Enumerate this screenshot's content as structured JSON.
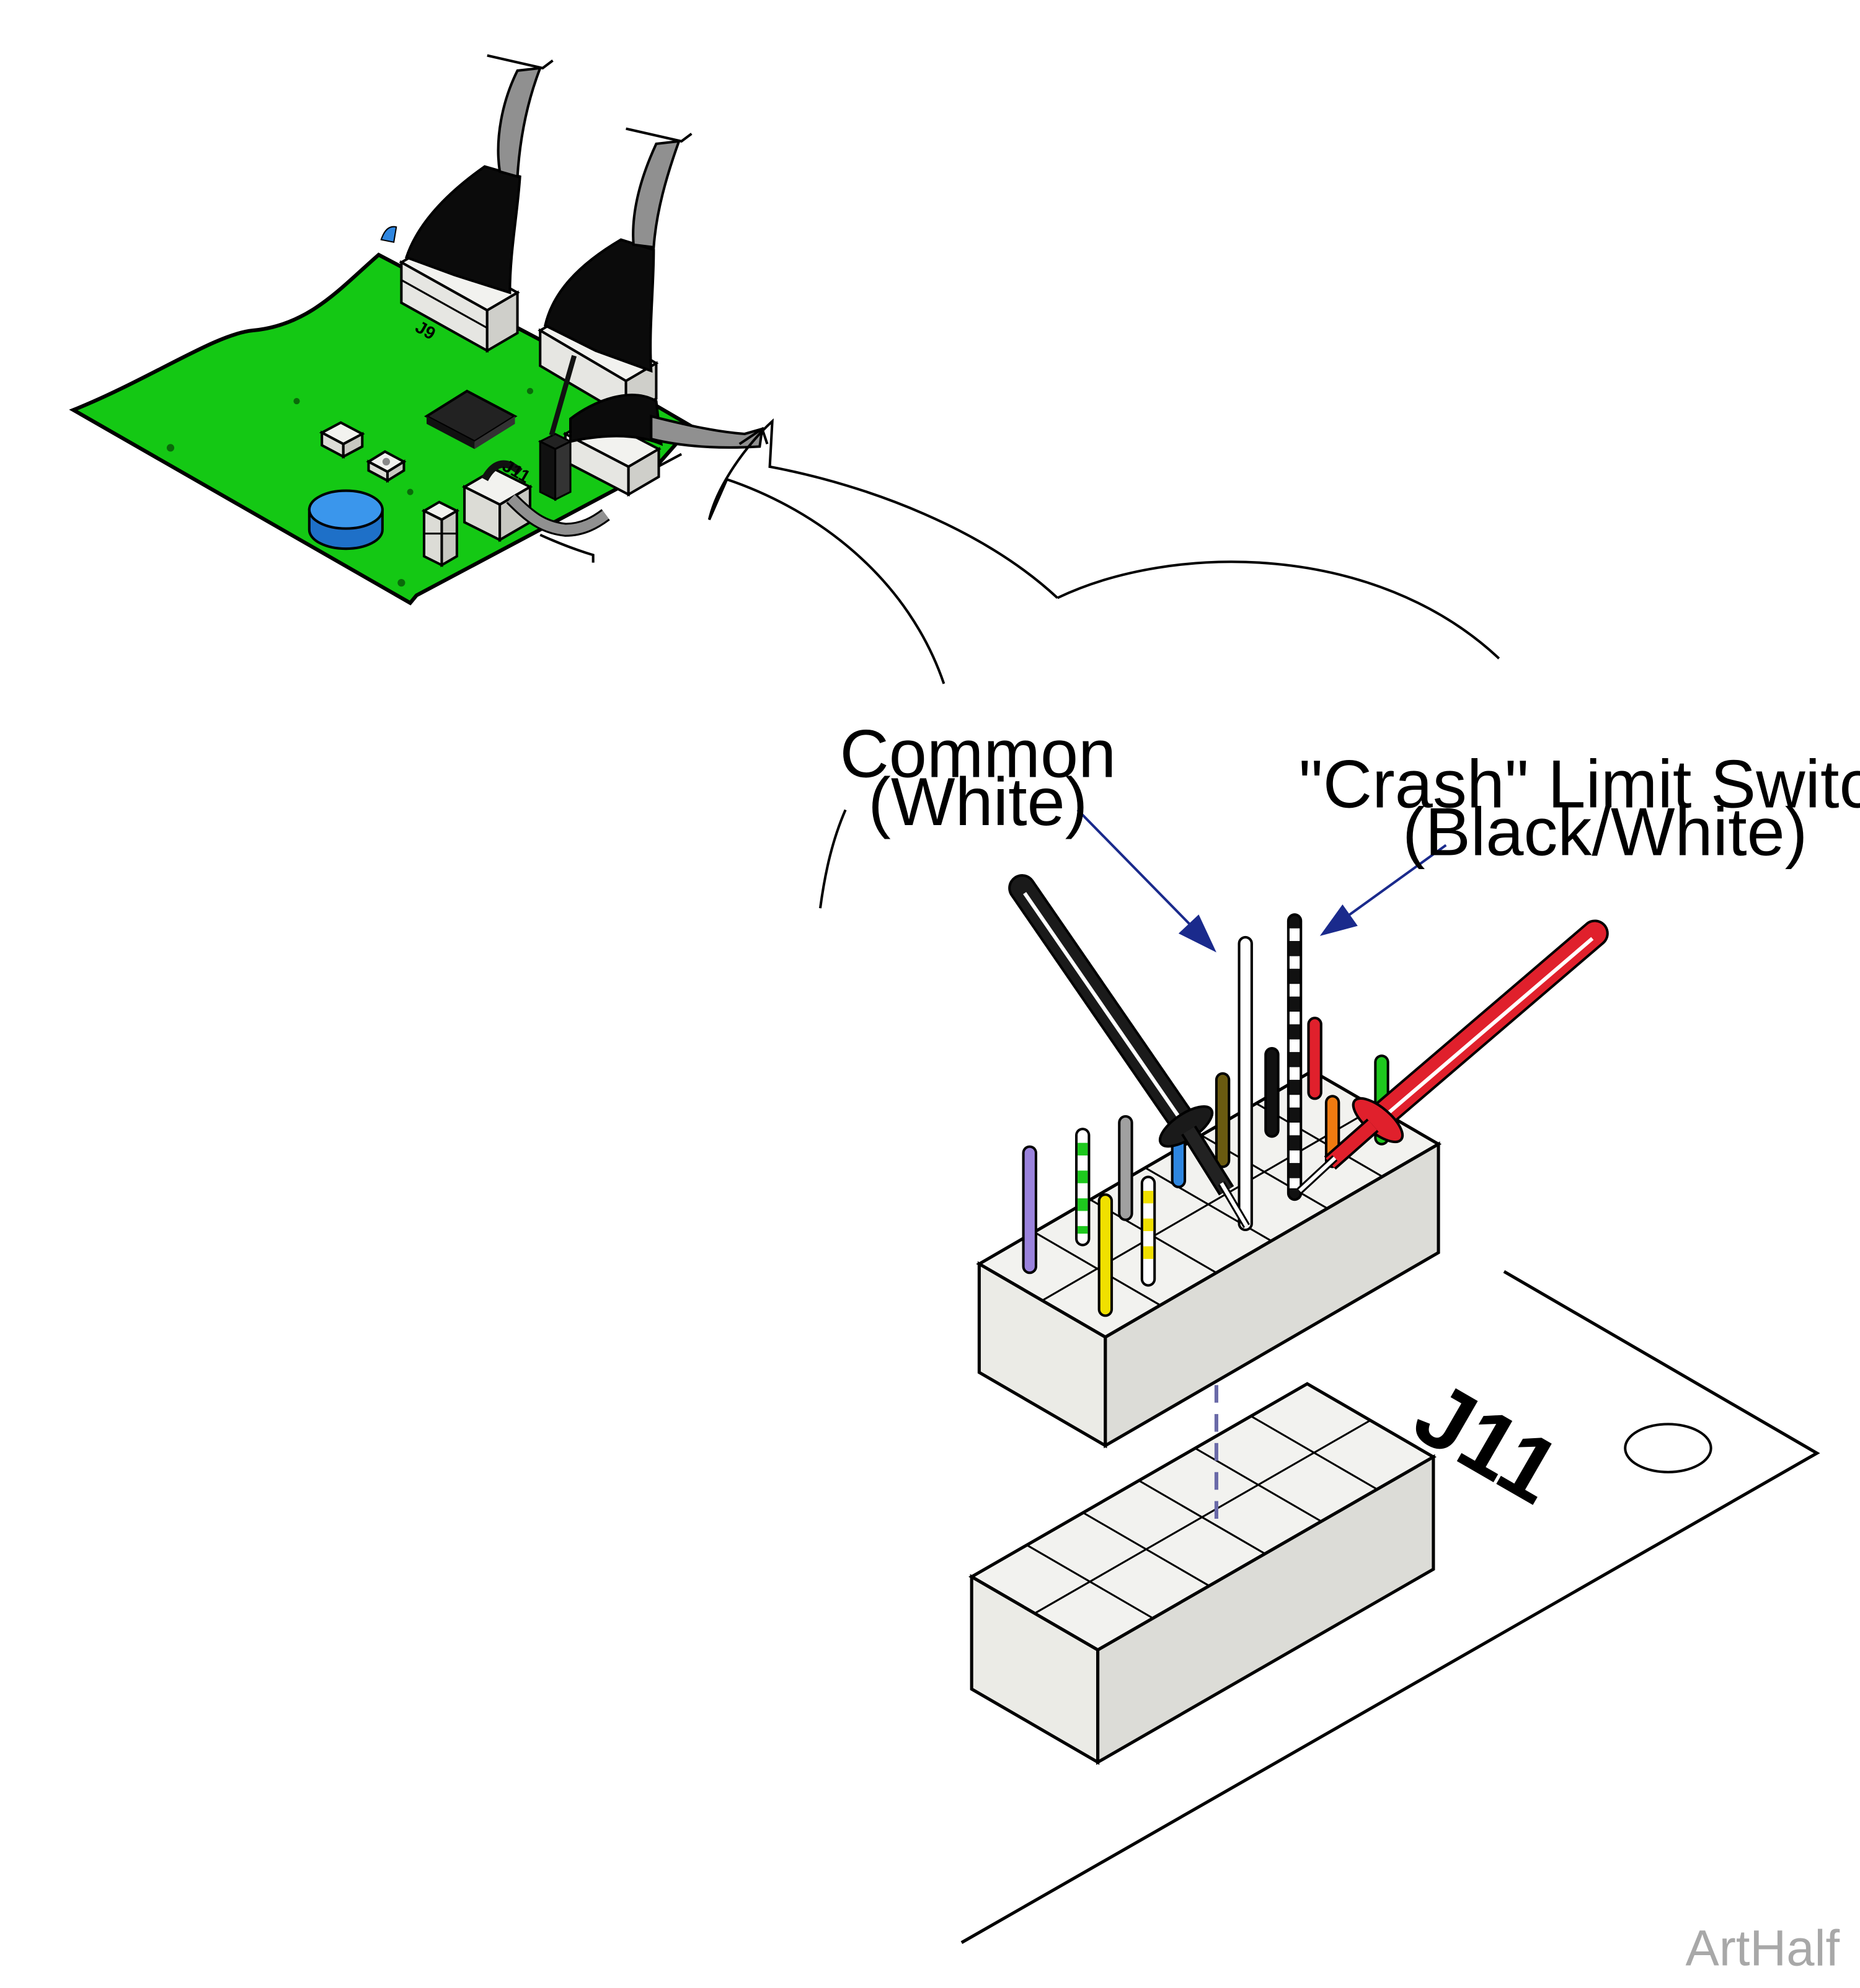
{
  "callouts": {
    "common": {
      "line1": "Common",
      "line2": "(White)"
    },
    "crash": {
      "line1": "\"Crash\" Limit Switch",
      "line2": "(Black/White)"
    }
  },
  "board_labels": {
    "header_j9": "J9",
    "header_j11_small": "J11",
    "header_j11_large": "J11"
  },
  "watermark": "ArtHalf",
  "colors": {
    "board_green": "#14c814",
    "capacitor_blue": "#2e86e0",
    "connector_body": "#f2f2ef",
    "cable_gray": "#909090",
    "probe_black": "#1a1a1a",
    "probe_red": "#e0202c",
    "leader_line": "#1a2a8c",
    "mating_dash": "#6a6aa8"
  },
  "wires": [
    {
      "name": "wire-violet",
      "color": "#9a82dc"
    },
    {
      "name": "wire-green-white",
      "color": "#ffffff",
      "stripe": "#1ec81e"
    },
    {
      "name": "wire-yellow",
      "color": "#f0e000"
    },
    {
      "name": "wire-gray",
      "color": "#a0a0a0"
    },
    {
      "name": "wire-white-yellow",
      "color": "#ffffff",
      "stripe": "#f0e000"
    },
    {
      "name": "wire-blue",
      "color": "#2e86e0"
    },
    {
      "name": "wire-brown",
      "color": "#6a5a10"
    },
    {
      "name": "wire-white-common",
      "color": "#ffffff"
    },
    {
      "name": "wire-black",
      "color": "#111111"
    },
    {
      "name": "wire-black-white",
      "color": "#111111",
      "stripe": "#ffffff"
    },
    {
      "name": "wire-red",
      "color": "#e0202c"
    },
    {
      "name": "wire-orange",
      "color": "#f07a10"
    },
    {
      "name": "wire-green",
      "color": "#1ec81e"
    }
  ]
}
